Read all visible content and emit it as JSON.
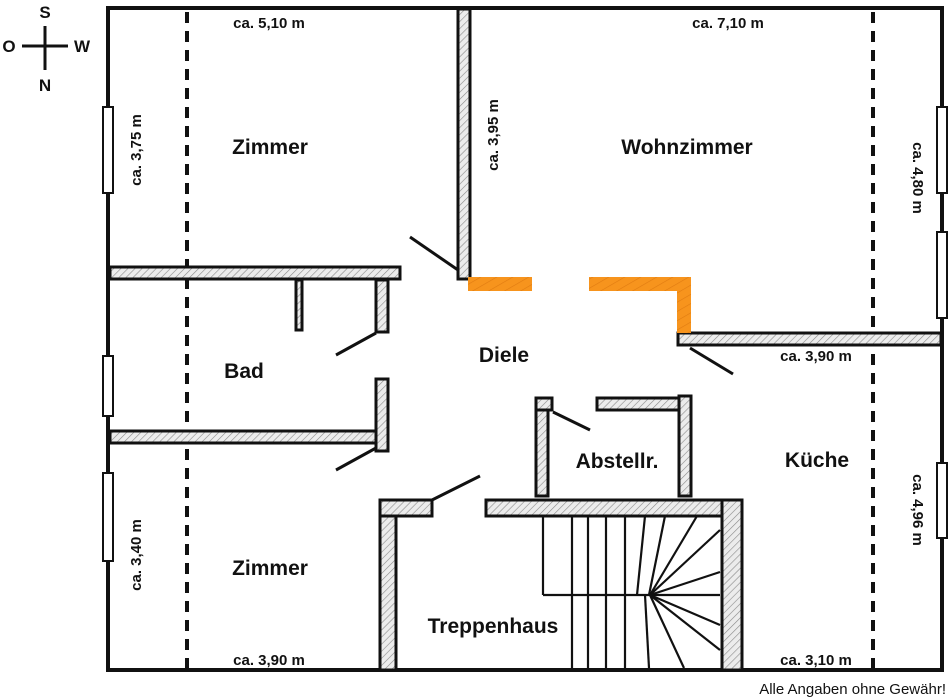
{
  "compass": {
    "top": "S",
    "left": "O",
    "right": "W",
    "bottom": "N"
  },
  "rooms": {
    "zimmer_top": "Zimmer",
    "wohnzimmer": "Wohnzimmer",
    "bad": "Bad",
    "diele": "Diele",
    "abstellraum": "Abstellr.",
    "kueche": "Küche",
    "zimmer_bottom": "Zimmer",
    "treppenhaus": "Treppenhaus"
  },
  "dimensions": {
    "zimmer_top_width": "ca. 5,10 m",
    "zimmer_top_height": "ca. 3,75 m",
    "wohnzimmer_left_height": "ca. 3,95 m",
    "wohnzimmer_width": "ca. 7,10 m",
    "wohnzimmer_right_height": "ca. 4,80 m",
    "kueche_top_width": "ca. 3,90 m",
    "kueche_height": "ca. 4,96 m",
    "kueche_bottom_width": "ca. 3,10 m",
    "zimmer_bottom_height": "ca. 3,40 m",
    "zimmer_bottom_width": "ca. 3,90 m"
  },
  "disclaimer": "Alle Angaben ohne Gewähr!",
  "colors": {
    "wall": "#111111",
    "hatch": "#bdbdbd",
    "removed_wall": "#f7941d"
  }
}
